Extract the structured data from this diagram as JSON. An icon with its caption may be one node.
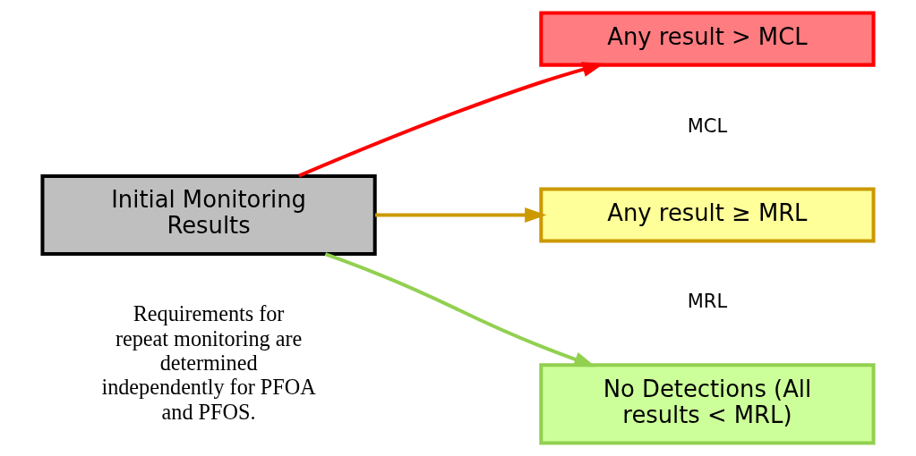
{
  "diagram": {
    "nodes": [
      {
        "text": [
          "Initial Monitoring Results"
        ],
        "beside": [
          "Requirements for repeat monitoring are determined independently for PFOA and PFOS."
        ]
      },
      {
        "text": [
          "Any result > MCL"
        ]
      },
      {
        "text": [
          "Any result ≥ MRL"
        ]
      },
      {
        "text": [
          "No Detections (All results < MRL)"
        ]
      }
    ],
    "edges": [
      {
        "from": 0,
        "to": 1,
        "arrow": "to",
        "color": "#ff0000"
      },
      {
        "from": 0,
        "to": 2,
        "arrow": "to",
        "color": "#cc9900"
      },
      {
        "from": 0,
        "to": 3,
        "arrow": "to",
        "color": "#92d050"
      }
    ],
    "labels": [
      "MCL",
      "MRL"
    ]
  }
}
